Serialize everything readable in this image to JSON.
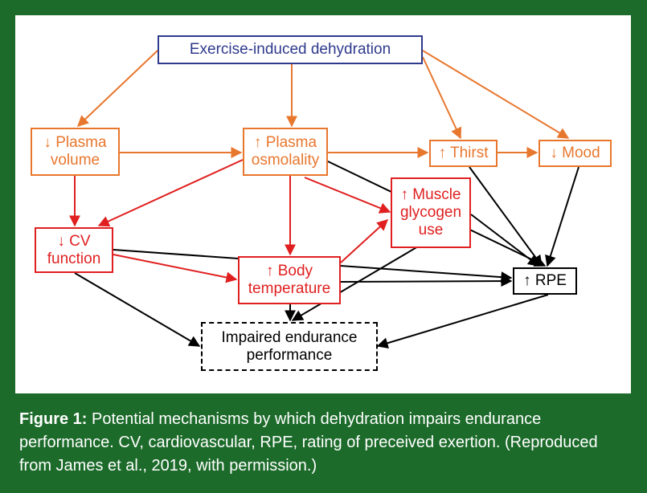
{
  "nodes": {
    "dehydration": "Exercise-induced dehydration",
    "plasma_volume": "↓ Plasma\nvolume",
    "plasma_osmolality": "↑ Plasma\nosmolality",
    "thirst": "↑ Thirst",
    "mood": "↓ Mood",
    "muscle_glycogen": "↑ Muscle\nglycogen\nuse",
    "cv_function": "↓ CV\nfunction",
    "body_temperature": "↑ Body\ntemperature",
    "rpe": "↑ RPE",
    "performance": "Impaired endurance\nperformance"
  },
  "colors": {
    "background": "#1d6b2b",
    "blue": "#2e3a8c",
    "orange": "#e8772e",
    "red": "#e02020",
    "black": "#000000"
  },
  "caption": {
    "label": "Figure 1:",
    "text": " Potential mechanisms by which dehydration impairs endurance performance. CV, cardiovascular, RPE, rating of preceived exertion. (Reproduced from James et al., 2019, with permission.)"
  }
}
